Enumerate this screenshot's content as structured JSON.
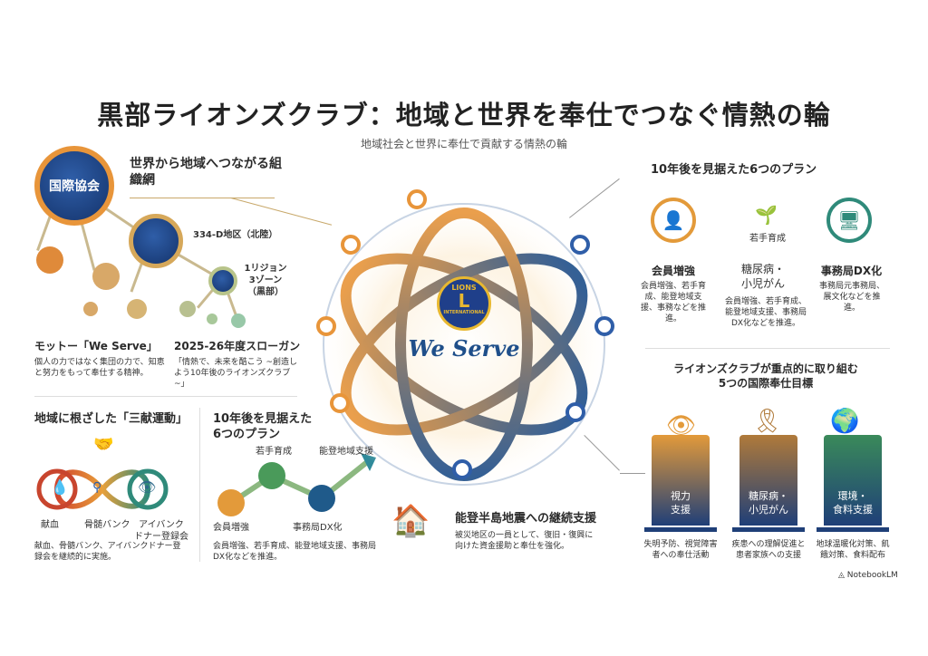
{
  "header": {
    "title": "黒部ライオンズクラブ：地域と世界を奉仕でつなぐ情熱の輪",
    "subtitle": "地域社会と世界に奉仕で貢献する情熱の輪"
  },
  "network": {
    "heading": "世界から地域へつながる組織網",
    "nodes": [
      "国際協会",
      "334-D地区（北陸）",
      "1リジョン\n3ゾーン\n（黒部）"
    ]
  },
  "motto": {
    "title": "モットー「We Serve」",
    "text": "個人の力ではなく集団の力で、知恵と努力をもって奉仕する精神。"
  },
  "slogan": {
    "title": "2025-26年度スローガン",
    "text": "「情熱で、未来を酷こう ~創造しよう10年後のライオンズクラブ~」"
  },
  "sankon": {
    "title": "地域に根ざした「三献運動」",
    "items": [
      "献血",
      "骨髄バンク",
      "アイバンク\nドナー登録会"
    ],
    "text": "献血、骨髄バンク、アイバンクドナー登録会を継続的に実施。"
  },
  "plan_left": {
    "title": "10年後を見据えた\n6つのプラン",
    "steps": [
      "会員増強",
      "若手育成",
      "事務局DX化",
      "能登地域支援"
    ],
    "text": "会員増強、若手育成、能登地域支援、事務局DX化などを推進。"
  },
  "center": {
    "logo_text": "LIONS",
    "logo_sub": "INTERNATIONAL",
    "slogan": "We Serve"
  },
  "noto": {
    "title": "能登半島地震への継続支援",
    "text": "被災地区の一員として、復旧・復興に向けた資金援助と奉仕を強化。"
  },
  "plan_right": {
    "title": "10年後を見据えた6つのプラン",
    "items": [
      {
        "label": "会員増強",
        "text": "会員増強、若手育成、能登地域支援、事務などを推進。",
        "color": "#e39a3a"
      },
      {
        "top": "若手育成",
        "label": "糖尿病・\n小児がん",
        "text": "会員増強、若手育成、能登地域支援、事務局DX化などを推進。",
        "color": "#4a9a5a"
      },
      {
        "label": "事務局DX化",
        "text": "事務局元事務局、展文化などを推進。",
        "color": "#2f8a7a"
      }
    ]
  },
  "goals": {
    "title": "ライオンズクラブが重点的に取り組む\n5つの国際奉仕目標",
    "items": [
      {
        "label": "視力\n支援",
        "text": "失明予防、視覚障害者への奉仕活動",
        "color": "#e39a3a"
      },
      {
        "label": "糖尿病・\n小児がん",
        "text": "疾患への理解促進と患者家族への支援",
        "color": "#b07a3a"
      },
      {
        "label": "環境・\n食料支援",
        "text": "地球温暖化対策、飢餓対策、食料配布",
        "color": "#3a8a5a"
      }
    ]
  },
  "footer": {
    "brand": "NotebookLM"
  }
}
